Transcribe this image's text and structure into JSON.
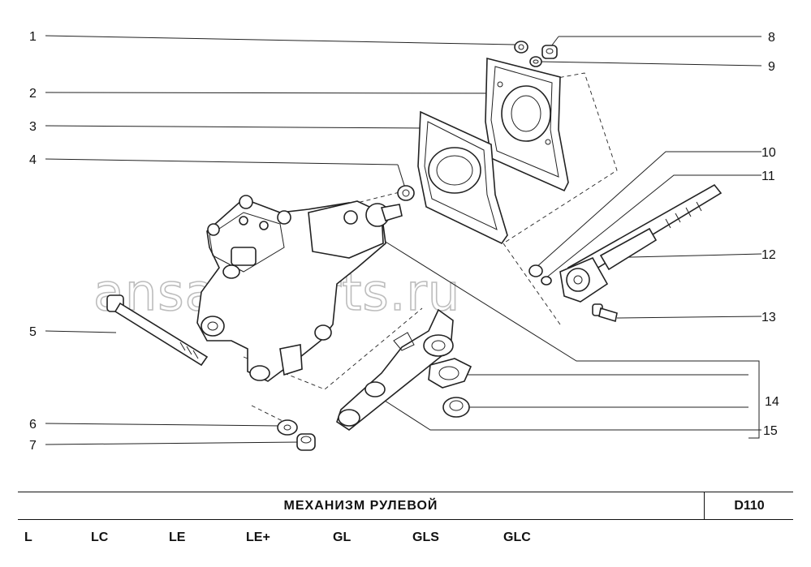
{
  "watermark": "ansat-parts.ru",
  "callouts": [
    "1",
    "2",
    "3",
    "4",
    "5",
    "6",
    "7",
    "8",
    "9",
    "10",
    "11",
    "12",
    "13",
    "14",
    "15"
  ],
  "title": "МЕХАНИЗМ   РУЛЕВОЙ",
  "code": "D110",
  "trim_levels": [
    "L",
    "LC",
    "LE",
    "LE+",
    "GL",
    "GLS",
    "GLC"
  ]
}
